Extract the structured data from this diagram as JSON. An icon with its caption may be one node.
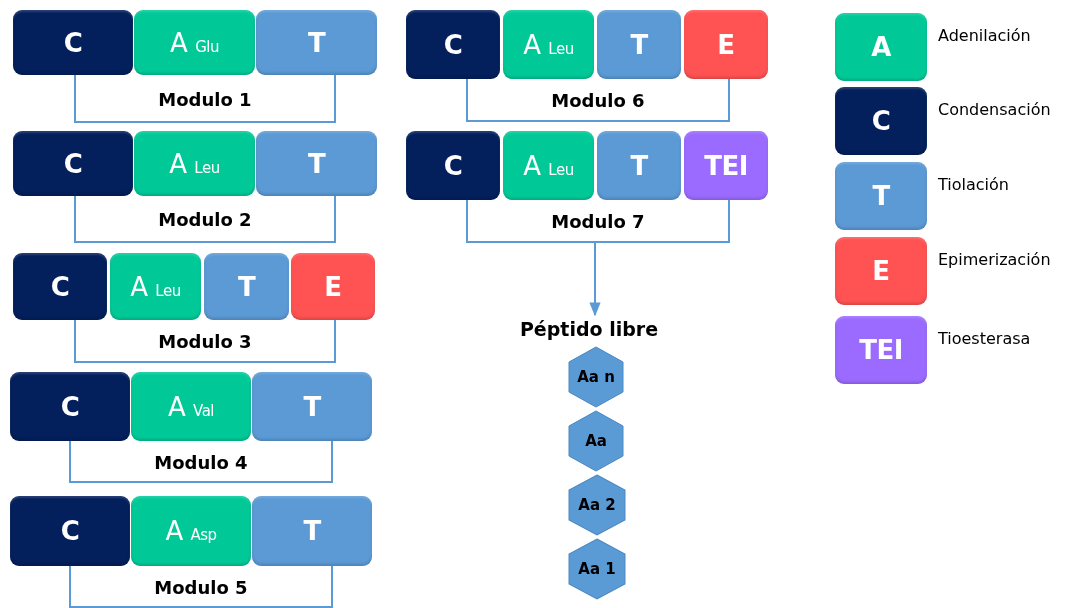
{
  "diagram": {
    "nodes": [
      {
        "text": [
          "C"
        ]
      },
      {
        "text": [
          "A $_{Glu}$"
        ]
      },
      {
        "text": [
          "T"
        ]
      },
      {
        "text": [
          "C"
        ]
      },
      {
        "text": [
          "A $_{Leu}$"
        ]
      },
      {
        "text": [
          "T"
        ]
      },
      {
        "text": [
          "C"
        ]
      },
      {
        "text": [
          "A $_{Leu}$"
        ]
      },
      {
        "text": [
          "T"
        ]
      },
      {
        "text": [
          "E"
        ]
      },
      {
        "text": [
          "C"
        ]
      },
      {
        "text": [
          "A $_{Val}$"
        ]
      },
      {
        "text": [
          "T"
        ]
      },
      {
        "text": [
          "C"
        ]
      },
      {
        "text": [
          "A $_{Asp}$"
        ]
      },
      {
        "text": [
          "T"
        ]
      },
      {
        "text": [
          "C"
        ]
      },
      {
        "text": [
          "A $_{Leu}$"
        ]
      },
      {
        "text": [
          "T"
        ]
      },
      {
        "text": [
          "E"
        ]
      },
      {
        "text": [
          "C"
        ]
      },
      {
        "text": [
          "A $_{Leu}$"
        ]
      },
      {
        "text": [
          "T"
        ]
      },
      {
        "text": [
          "TEI"
        ]
      },
      {
        "text": [
          "Péptido libre"
        ]
      },
      {
        "text": [
          "Aa n"
        ]
      },
      {
        "text": [
          "Aa"
        ]
      },
      {
        "text": [
          "Aa 2"
        ]
      },
      {
        "text": [
          "Aa 1"
        ]
      },
      {
        "text": [
          "A"
        ],
        "beside": [
          "Adenilación"
        ]
      },
      {
        "text": [
          "C"
        ],
        "beside": [
          "Condensación"
        ]
      },
      {
        "text": [
          "T"
        ],
        "beside": [
          "Tiolación"
        ]
      },
      {
        "text": [
          "E"
        ],
        "beside": [
          "Epimerización"
        ]
      },
      {
        "text": [
          "TEI"
        ],
        "beside": [
          "Tioesterasa"
        ]
      }
    ],
    "edges": [
      {
        "from": 0,
        "to": 2,
        "arrow": "none",
        "label": "Modulo 1"
      },
      {
        "from": 3,
        "to": 5,
        "arrow": "none",
        "label": "Modulo 2"
      },
      {
        "from": 6,
        "to": 9,
        "arrow": "none",
        "label": "Modulo 3"
      },
      {
        "from": 10,
        "to": 12,
        "arrow": "none",
        "label": "Modulo 4"
      },
      {
        "from": 13,
        "to": 15,
        "arrow": "none",
        "label": "Modulo 5"
      },
      {
        "from": 16,
        "to": 19,
        "arrow": "none",
        "label": "Modulo 6"
      },
      {
        "from": 20,
        "to": 23,
        "arrow": "none",
        "label": "Modulo 7"
      },
      {
        "from": null,
        "to": 24,
        "arrow": "to"
      }
    ]
  }
}
